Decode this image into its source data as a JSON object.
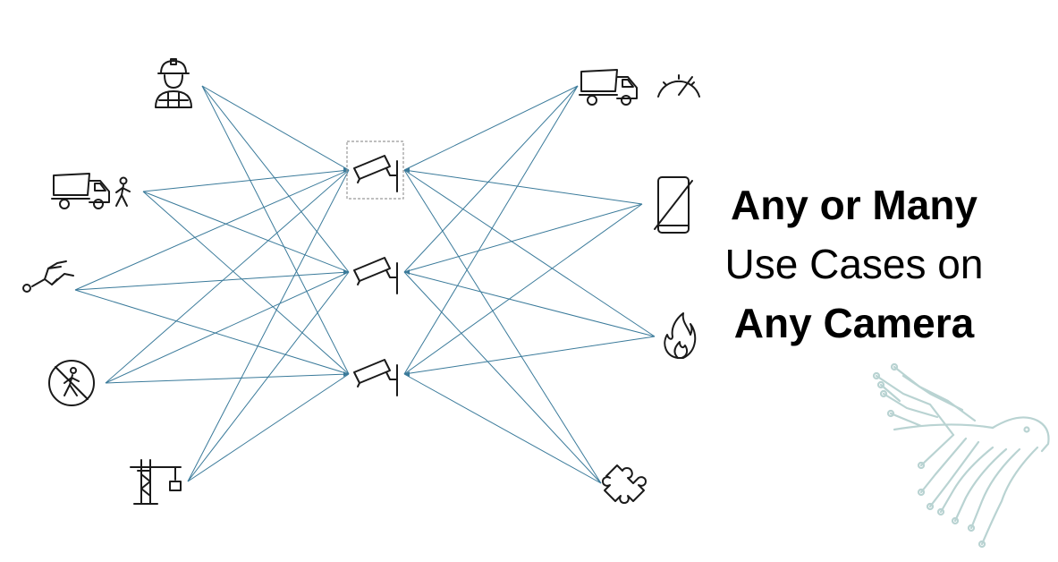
{
  "headline": {
    "line1": "Any or Many",
    "line2": "Use Cases on",
    "line3": "Any Camera"
  },
  "colors": {
    "connector": "#3a7a9a",
    "icon_stroke": "#1a1a1a",
    "watermark": "#b9d3d2",
    "selection_box": "#999999"
  },
  "icons": {
    "left": [
      "worker-hardhat-icon",
      "truck-pedestrian-icon",
      "fall-person-icon",
      "no-pedestrian-icon",
      "crane-icon"
    ],
    "center": [
      "camera-icon",
      "camera-icon",
      "camera-icon"
    ],
    "right": [
      "truck-speed-icon",
      "no-phone-icon",
      "fire-icon",
      "puzzle-icon"
    ],
    "watermark": "circuit-eagle-icon"
  }
}
